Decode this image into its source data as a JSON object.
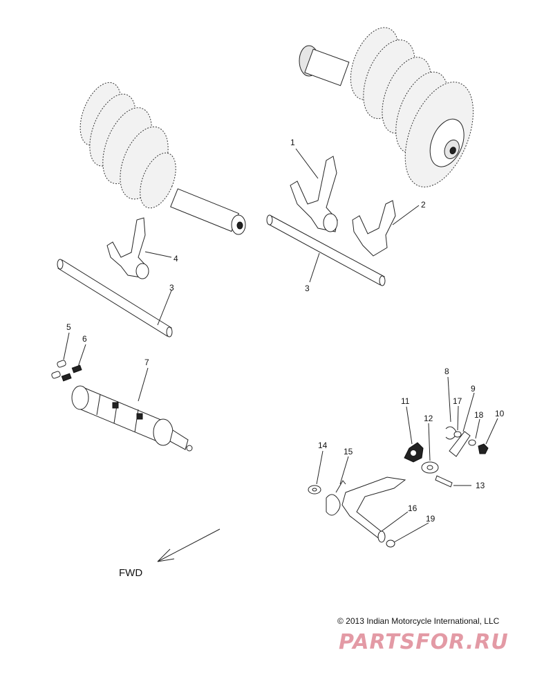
{
  "callouts": [
    "1",
    "2",
    "3",
    "3",
    "4",
    "5",
    "6",
    "7",
    "8",
    "9",
    "10",
    "11",
    "12",
    "13",
    "14",
    "15",
    "16",
    "17",
    "18",
    "19"
  ],
  "direction_label": "FWD",
  "copyright": "© 2013 Indian Motorcycle International, LLC",
  "watermark": "PARTSFOR.RU",
  "icons": [
    "gear-shaft-icon",
    "shift-fork-icon",
    "shift-rod-icon",
    "shift-drum-icon",
    "arrow-icon"
  ]
}
